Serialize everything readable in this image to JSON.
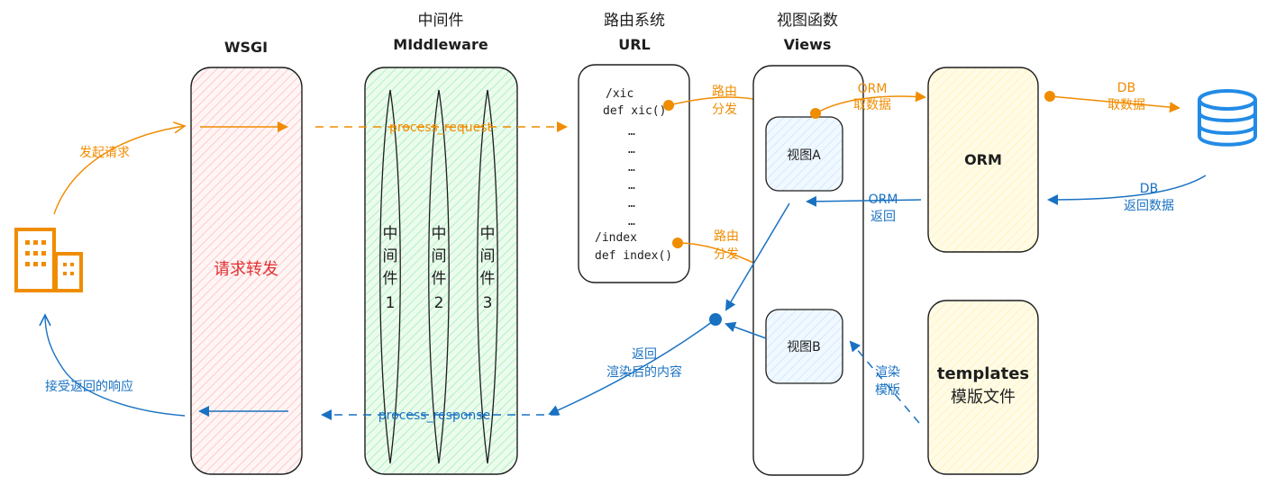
{
  "colors": {
    "orange": "#f08c00",
    "blue": "#1971c2",
    "wsgi_fill": "#ffc9c9",
    "middleware_fill": "#b2f2bb",
    "orm_fill": "#fff3bf",
    "view_fill": "#d0ebff",
    "text": "#1e1e1e",
    "wsgi_text": "#e03131"
  },
  "icons": {
    "client": "building-icon",
    "database": "database-icon"
  },
  "wsgi": {
    "title": "WSGI",
    "center_label": "请求转发"
  },
  "middleware": {
    "title_cn": "中间件",
    "title_en": "MIddleware",
    "items": [
      {
        "chars": [
          "中",
          "间",
          "件",
          "1"
        ]
      },
      {
        "chars": [
          "中",
          "间",
          "件",
          "2"
        ]
      },
      {
        "chars": [
          "中",
          "间",
          "件",
          "3"
        ]
      }
    ],
    "process_request": "process_request",
    "process_response": "process_response"
  },
  "url": {
    "title_cn": "路由系统",
    "title_en": "URL",
    "lines": [
      "/xic",
      "def xic()",
      "…",
      "…",
      "…",
      "…",
      "…",
      "…",
      "/index",
      "def index()"
    ]
  },
  "views": {
    "title_cn": "视图函数",
    "title_en": "Views",
    "view_a": "视图A",
    "view_b": "视图B"
  },
  "orm": {
    "label": "ORM"
  },
  "templates": {
    "title": "templates",
    "subtitle": "模版文件"
  },
  "arrows": {
    "send_request": "发起请求",
    "receive_response": "接受返回的响应",
    "route_dispatch_1": [
      "路由",
      "分发"
    ],
    "route_dispatch_2": [
      "路由",
      "分发"
    ],
    "orm_fetch": [
      "ORM",
      "取数据"
    ],
    "db_fetch": [
      "DB",
      "取数据"
    ],
    "db_return": [
      "DB",
      "返回数据"
    ],
    "orm_return": [
      "ORM",
      "返回"
    ],
    "render_template": [
      "渲染",
      "模版"
    ],
    "return_rendered": [
      "返回",
      "渲染后的内容"
    ]
  }
}
